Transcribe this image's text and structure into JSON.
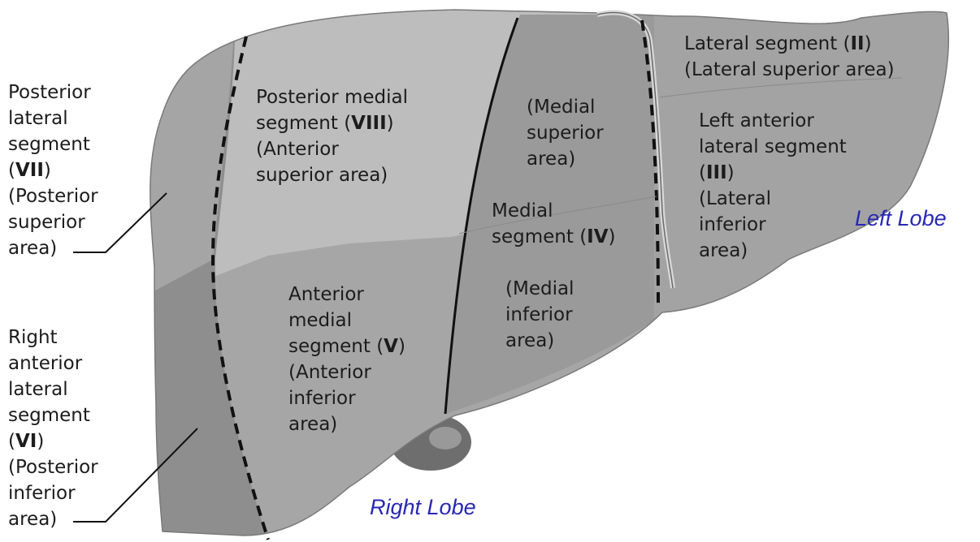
{
  "diagram": {
    "lobes": {
      "left": "Left Lobe",
      "right": "Right Lobe"
    },
    "segments": {
      "lateral_II": [
        {
          "text": "Lateral segment (",
          "bold": "II",
          "after": ")"
        },
        {
          "text": "(Lateral superior area)"
        }
      ],
      "left_anterior_lateral_III": [
        {
          "text": "Left anterior"
        },
        {
          "text": "lateral segment"
        },
        {
          "text": "(",
          "bold": "III",
          "after": ")"
        },
        {
          "text": "(Lateral"
        },
        {
          "text": "inferior"
        },
        {
          "text": "area)"
        }
      ],
      "medial_superior": [
        {
          "text": "(Medial"
        },
        {
          "text": "superior"
        },
        {
          "text": "area)"
        }
      ],
      "medial_IV": [
        {
          "text": "Medial"
        },
        {
          "text": "segment (",
          "bold": "IV",
          "after": ")"
        }
      ],
      "medial_inferior": [
        {
          "text": "(Medial"
        },
        {
          "text": "inferior"
        },
        {
          "text": "area)"
        }
      ],
      "posterior_medial_VIII": [
        {
          "text": "Posterior medial"
        },
        {
          "text": "segment (",
          "bold": "VIII",
          "after": ")"
        },
        {
          "text": "(Anterior"
        },
        {
          "text": "superior area)"
        }
      ],
      "anterior_medial_V": [
        {
          "text": "Anterior"
        },
        {
          "text": "medial"
        },
        {
          "text": "segment (",
          "bold": "V",
          "after": ")"
        },
        {
          "text": "(Anterior"
        },
        {
          "text": "inferior"
        },
        {
          "text": "area)"
        }
      ],
      "posterior_lateral_VII": [
        {
          "text": "Posterior"
        },
        {
          "text": "lateral"
        },
        {
          "text": "segment"
        },
        {
          "text": "(",
          "bold": "VII",
          "after": ")"
        },
        {
          "text": "(Posterior"
        },
        {
          "text": "superior"
        },
        {
          "text": "area)"
        }
      ],
      "right_anterior_lateral_VI": [
        {
          "text": "Right"
        },
        {
          "text": "anterior"
        },
        {
          "text": "lateral"
        },
        {
          "text": "segment"
        },
        {
          "text": "(",
          "bold": "VI",
          "after": ")"
        },
        {
          "text": "(Posterior"
        },
        {
          "text": "inferior"
        },
        {
          "text": "area)"
        }
      ]
    },
    "colors": {
      "upper_region": "#bdbdbd",
      "lower_region": "#a6a6a6",
      "far_right_region": "#8e8e8e",
      "medial_region": "#9a9a9a",
      "left_lobe": "#a3a3a3",
      "lobe_label": "#2828b4",
      "boundary_line": "#111111"
    }
  }
}
